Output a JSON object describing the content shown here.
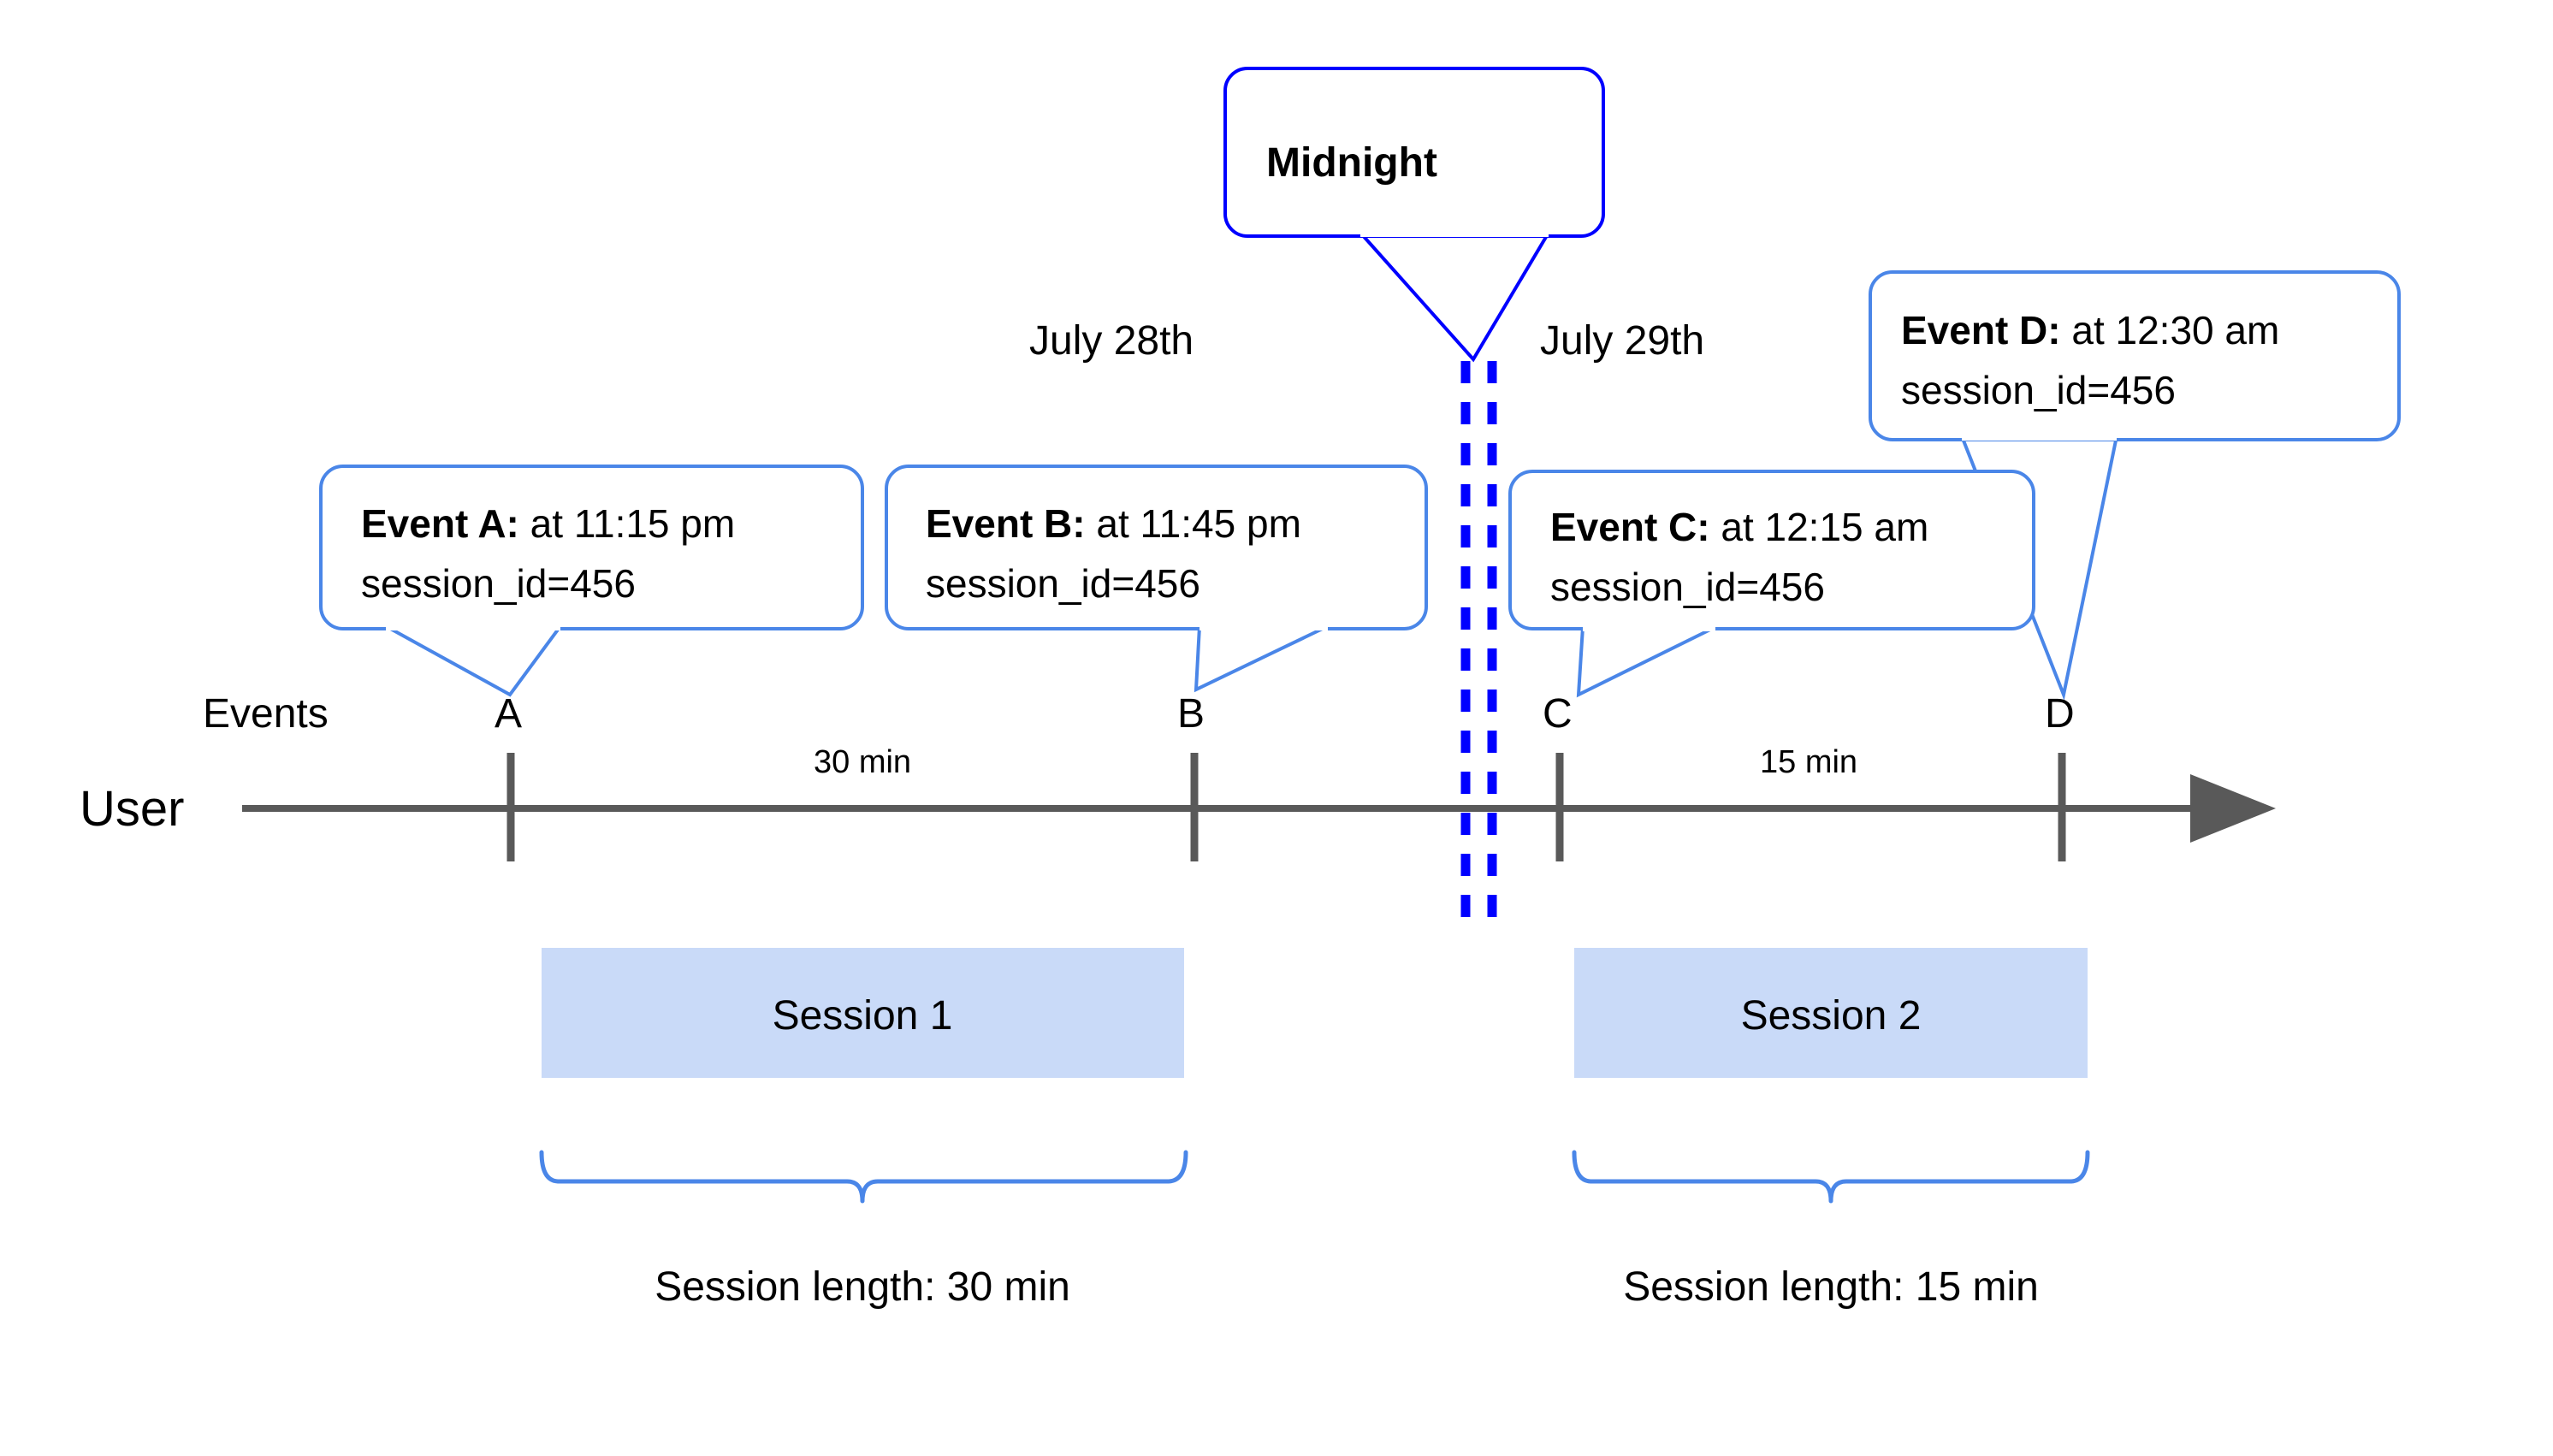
{
  "diagram": {
    "title_hidden": "",
    "axis": {
      "user_label": "User",
      "events_label": "Events"
    },
    "dates": [
      {
        "label": "July 28th"
      },
      {
        "label": "July 29th"
      }
    ],
    "midnight": {
      "label": "Midnight",
      "border_color": "#0000FF"
    },
    "events": [
      {
        "marker": "A",
        "title": "Event A:",
        "time": " at 11:15 pm",
        "session_id": "session_id=456"
      },
      {
        "marker": "B",
        "title": "Event B:",
        "time": " at 11:45 pm",
        "session_id": "session_id=456"
      },
      {
        "marker": "C",
        "title": "Event C:",
        "time": " at 12:15 am",
        "session_id": "session_id=456"
      },
      {
        "marker": "D",
        "title": "Event D:",
        "time": " at 12:30 am",
        "session_id": "session_id=456"
      }
    ],
    "intervals": [
      {
        "label": "30 min"
      },
      {
        "label": "15 min"
      }
    ],
    "sessions": [
      {
        "name": "Session 1",
        "length_label": "Session length: 30 min"
      },
      {
        "name": "Session 2",
        "length_label": "Session length: 15 min"
      }
    ],
    "colors": {
      "callout_border": "#4A86E8",
      "midnight_border": "#0000FF",
      "session_fill": "#C9DAF8",
      "axis": "#595959",
      "text": "#000000"
    }
  }
}
